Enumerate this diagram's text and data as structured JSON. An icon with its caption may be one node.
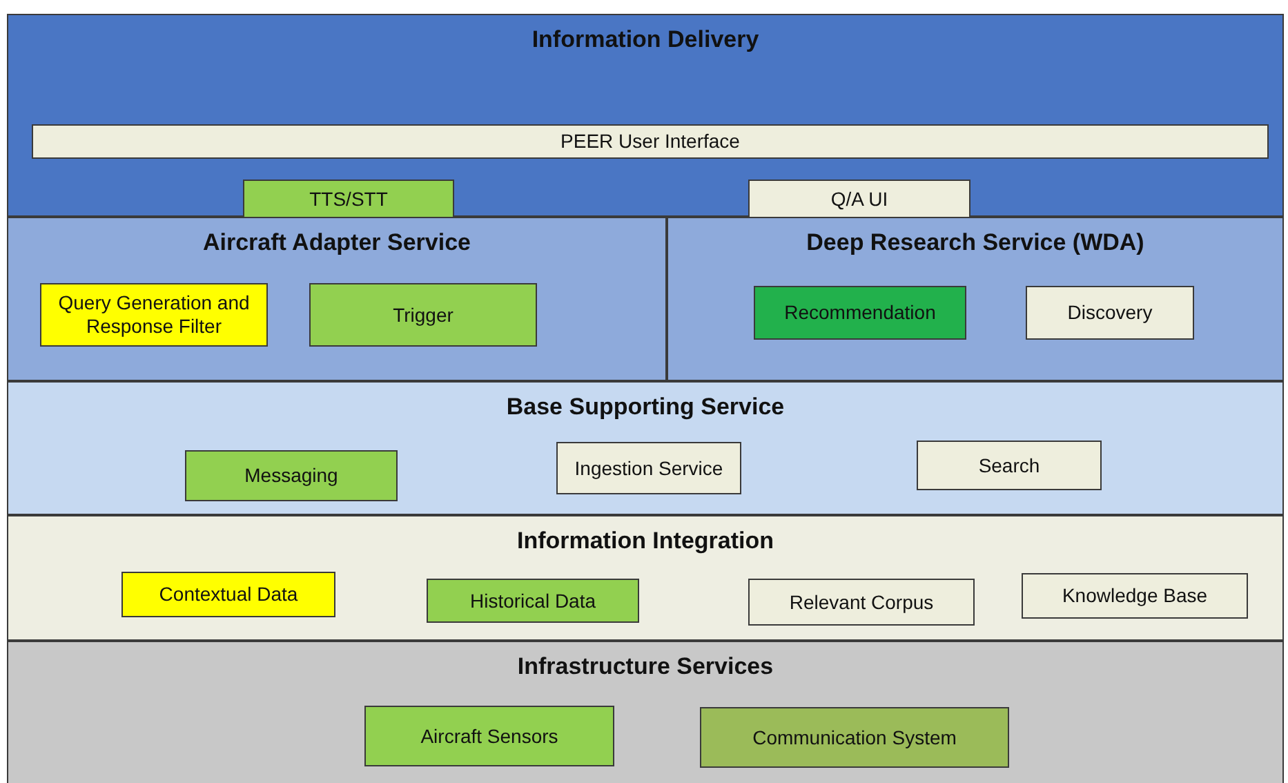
{
  "diagram": {
    "nodes": [
      {
        "text": [
          "Information Delivery"
        ]
      },
      {
        "text": [
          "PEER User Interface"
        ],
        "in": 0
      },
      {
        "text": [
          "TTS/STT"
        ],
        "in": 0
      },
      {
        "text": [
          "Q/A UI"
        ],
        "in": 0
      },
      {
        "text": [
          "Aircraft Adapter Service"
        ]
      },
      {
        "text": [
          "Query Generation and Response Filter"
        ],
        "in": 4
      },
      {
        "text": [
          "Trigger"
        ],
        "in": 4
      },
      {
        "text": [
          "Deep Research Service (WDA)"
        ]
      },
      {
        "text": [
          "Recommendation"
        ],
        "in": 7
      },
      {
        "text": [
          "Discovery"
        ],
        "in": 7
      },
      {
        "text": [
          "Base Supporting Service"
        ]
      },
      {
        "text": [
          "Messaging"
        ],
        "in": 10
      },
      {
        "text": [
          "Ingestion Service"
        ],
        "in": 10
      },
      {
        "text": [
          "Search"
        ],
        "in": 10
      },
      {
        "text": [
          "Information Integration"
        ]
      },
      {
        "text": [
          "Contextual Data"
        ],
        "in": 14
      },
      {
        "text": [
          "Historical Data"
        ],
        "in": 14
      },
      {
        "text": [
          "Relevant Corpus"
        ],
        "in": 14
      },
      {
        "text": [
          "Knowledge Base"
        ],
        "in": 14
      },
      {
        "text": [
          "Infrastructure Services"
        ]
      },
      {
        "text": [
          "Aircraft Sensors"
        ],
        "in": 19
      },
      {
        "text": [
          "Communication System"
        ],
        "in": 19
      }
    ]
  }
}
